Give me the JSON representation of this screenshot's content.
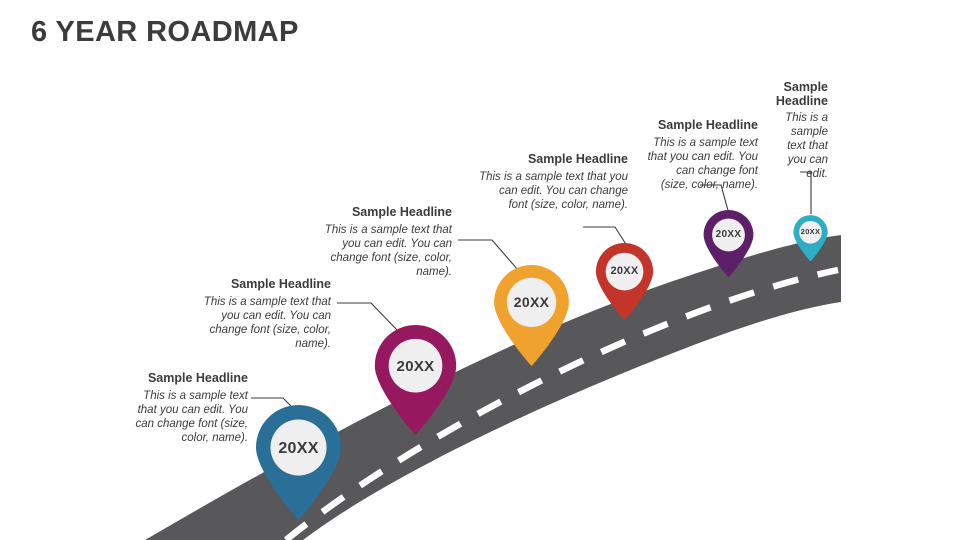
{
  "title": "6 YEAR ROADMAP",
  "theme": {
    "background": "#ffffff",
    "title_color": "#3c3c3c",
    "road_color": "#58585a",
    "road_dash_color": "#ffffff",
    "pin_inner_color": "#efefef",
    "text_color": "#3b3b3b",
    "connector_color": "#3b3b3b"
  },
  "milestones": [
    {
      "id": "milestone-1",
      "year": "20XX",
      "headline": "Sample Headline",
      "body": "This is a sample text that you can edit. You can change font (size, color, name).",
      "color": "#2a6f97"
    },
    {
      "id": "milestone-2",
      "year": "20XX",
      "headline": "Sample Headline",
      "body": "This is a sample text that you can edit. You can change font (size, color, name).",
      "color": "#96185f"
    },
    {
      "id": "milestone-3",
      "year": "20XX",
      "headline": "Sample Headline",
      "body": "This is a sample text that you can edit. You can change font (size, color, name).",
      "color": "#f0a22e"
    },
    {
      "id": "milestone-4",
      "year": "20XX",
      "headline": "Sample Headline",
      "body": "This is a sample text that you can edit. You can change font (size, color, name).",
      "color": "#c3352b"
    },
    {
      "id": "milestone-5",
      "year": "20XX",
      "headline": "Sample Headline",
      "body": "This is a sample text that you can edit. You can change font (size, color, name).",
      "color": "#5d2068"
    },
    {
      "id": "milestone-6",
      "year": "20XX",
      "headline": "Sample Headline",
      "body": "This is a sample text that you can edit.",
      "color": "#2eaec4"
    }
  ]
}
